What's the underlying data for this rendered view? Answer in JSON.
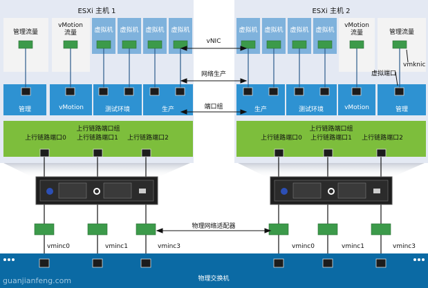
{
  "hosts": [
    {
      "title": "ESXi 主机 1",
      "vms": [
        "管理流量",
        "vMotion\n流量",
        "虚拟机",
        "虚拟机",
        "虚拟机",
        "虚拟机"
      ],
      "port_groups": [
        "管理",
        "vMotion",
        "测试环境",
        "生产"
      ],
      "uplink_group": "上行链路端口组",
      "uplinks": [
        "上行链路端口0",
        "上行链路端口1",
        "上行链路端口2"
      ]
    },
    {
      "title": "ESXi 主机 2",
      "vms": [
        "虚拟机",
        "虚拟机",
        "虚拟机",
        "虚拟机",
        "vMotion\n流量",
        "管理流量"
      ],
      "port_groups": [
        "生产",
        "测试环境",
        "vMotion",
        "管理"
      ],
      "uplink_group": "上行链路端口组",
      "uplinks": [
        "上行链路端口0",
        "上行链路端口1",
        "上行链路端口2"
      ]
    }
  ],
  "center_labels": {
    "vnic": "vNIC",
    "network_prod": "网络生产",
    "port_group": "端口组",
    "physical_adapter": "物理网络适配器"
  },
  "host2_labels": {
    "vmknic": "vmknic",
    "virtual_port": "虚拟端口"
  },
  "nics": {
    "host1": [
      "vminc0",
      "vminc1",
      "vminc3"
    ],
    "host2": [
      "vminc0",
      "vminc1",
      "vminc3"
    ]
  },
  "switch_label": "物理交换机",
  "watermark": "guanjianfeng.com",
  "colors": {
    "host_bg": "#e4e9f3",
    "vm_blue": "#7fb2dc",
    "vm_white": "#f3f3f3",
    "portgroup": "#2e92d2",
    "uplink_green": "#7dbe3c",
    "switch_blue": "#0b6aa4",
    "server_dark": "#1e1e1e"
  }
}
